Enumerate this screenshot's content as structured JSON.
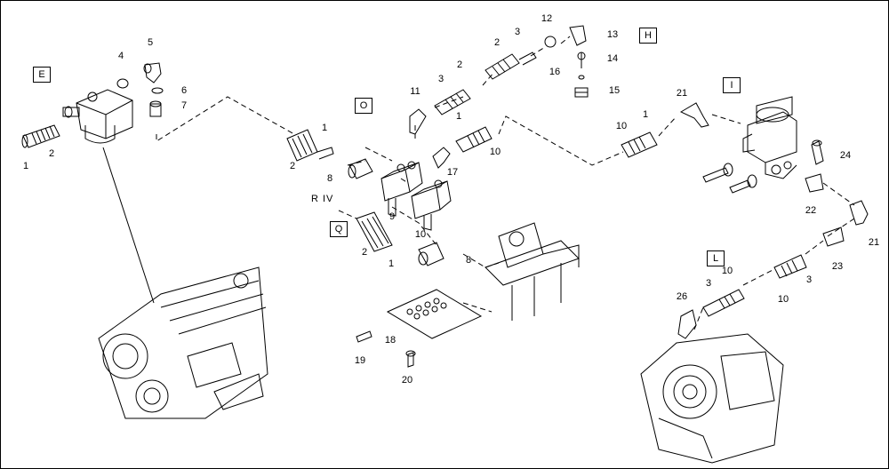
{
  "view_labels": {
    "E": "E",
    "O": "O",
    "Q": "Q",
    "H": "H",
    "I": "I",
    "L": "L"
  },
  "note_riv": "R IV",
  "callouts": {
    "c1a": "1",
    "c2a": "2",
    "c4": "4",
    "c5": "5",
    "c6": "6",
    "c7": "7",
    "c1b": "1",
    "c2b": "2",
    "c8a": "8",
    "c9": "9",
    "c11": "11",
    "c3a": "3",
    "c2c": "2",
    "c2d": "2",
    "c3b": "3",
    "c12": "12",
    "c13": "13",
    "c14": "14",
    "c16": "16",
    "c15": "15",
    "c1c": "1",
    "c17": "17",
    "c10a": "10",
    "c10b": "10",
    "c10c": "10",
    "c1d": "1",
    "c21a": "21",
    "c24": "24",
    "c22": "22",
    "c21b": "21",
    "c23": "23",
    "c2e": "2",
    "c1e": "1",
    "c8b": "8",
    "c18": "18",
    "c19": "19",
    "c20": "20",
    "c26": "26",
    "c3c": "3",
    "c10d": "10",
    "c10e": "10",
    "c3d": "3"
  }
}
